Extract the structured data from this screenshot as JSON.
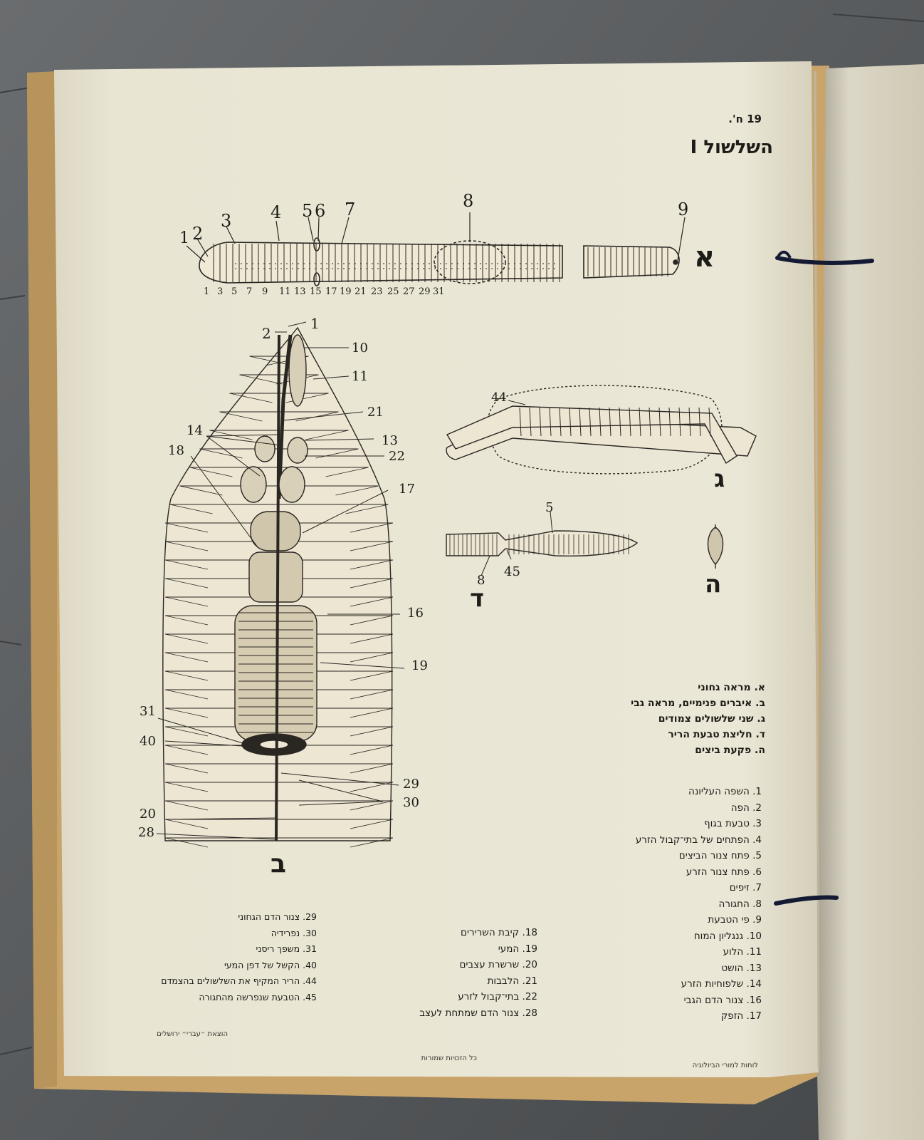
{
  "sheet": {
    "plate_number": "19 ח'.",
    "title": "השלשול I"
  },
  "figure_letters": [
    "א",
    "ב",
    "ג",
    "ד",
    "ה"
  ],
  "fig_a_callouts": [
    "1",
    "2",
    "3",
    "4",
    "5",
    "6",
    "7",
    "8",
    "9"
  ],
  "fig_a_segment_numbers": [
    "1",
    "3",
    "5",
    "7",
    "9",
    "11",
    "13",
    "15",
    "17",
    "19",
    "21",
    "23",
    "25",
    "27",
    "29",
    "31"
  ],
  "fig_b_callouts": [
    "1",
    "2",
    "10",
    "11",
    "21",
    "14",
    "13",
    "22",
    "18",
    "17",
    "16",
    "19",
    "31",
    "40",
    "29",
    "30",
    "20",
    "28"
  ],
  "fig_c_callouts": [
    "44"
  ],
  "fig_d_callouts": [
    "5",
    "8",
    "45"
  ],
  "figure_legend": [
    "א. מראה גחוני",
    "ב. איברים פנימיים, מראה גבי",
    "ג. שני שלשולים צמודים",
    "ד. חליצת טבעת הריר",
    "ה. פקעת ביצים"
  ],
  "parts_col1": [
    "1. השפה העליונה",
    "2. הפה",
    "3. טבעת בגוף",
    "4. הפתחים של בתי־קבול הזרע",
    "5. פתח צנור הביצים",
    "6. פתח צנור הזרע",
    "7. זיפים",
    "8. החגורה",
    "9. פי הטבעת",
    "10. גנגליון המוח",
    "11. הלוע",
    "13. הושט",
    "14. שלפוחיות הזרע",
    "16. צנור הדם הגבי",
    "17. הזפק"
  ],
  "parts_col2": [
    "18. קיבת השרירים",
    "19. המעי",
    "20. שרשרת עצבים",
    "21. הלבבות",
    "22. בתי־קבול לזרע",
    "28. צנור הדם שמתחת לעצב"
  ],
  "parts_col3": [
    "29. צנור הדם הגחוני",
    "30. נפרידיה",
    "31. משפך ריסני",
    "40. הקשל של דפן המעי",
    "44. הריר המקיף את השלשולים בהצמדם",
    "45. הטבעת שנפרשה מהחגורה"
  ],
  "footer": {
    "left": "הוצאת ״עברי״ ירושלים",
    "center": "כל הזכויות שמורות",
    "right": "לוחות למורי הביולוגיה"
  },
  "colors": {
    "paper": "#e9e5d3",
    "board": "#c9a46c",
    "background": "#55585a",
    "ink": "#1e1c18",
    "thread": "#141a33"
  }
}
